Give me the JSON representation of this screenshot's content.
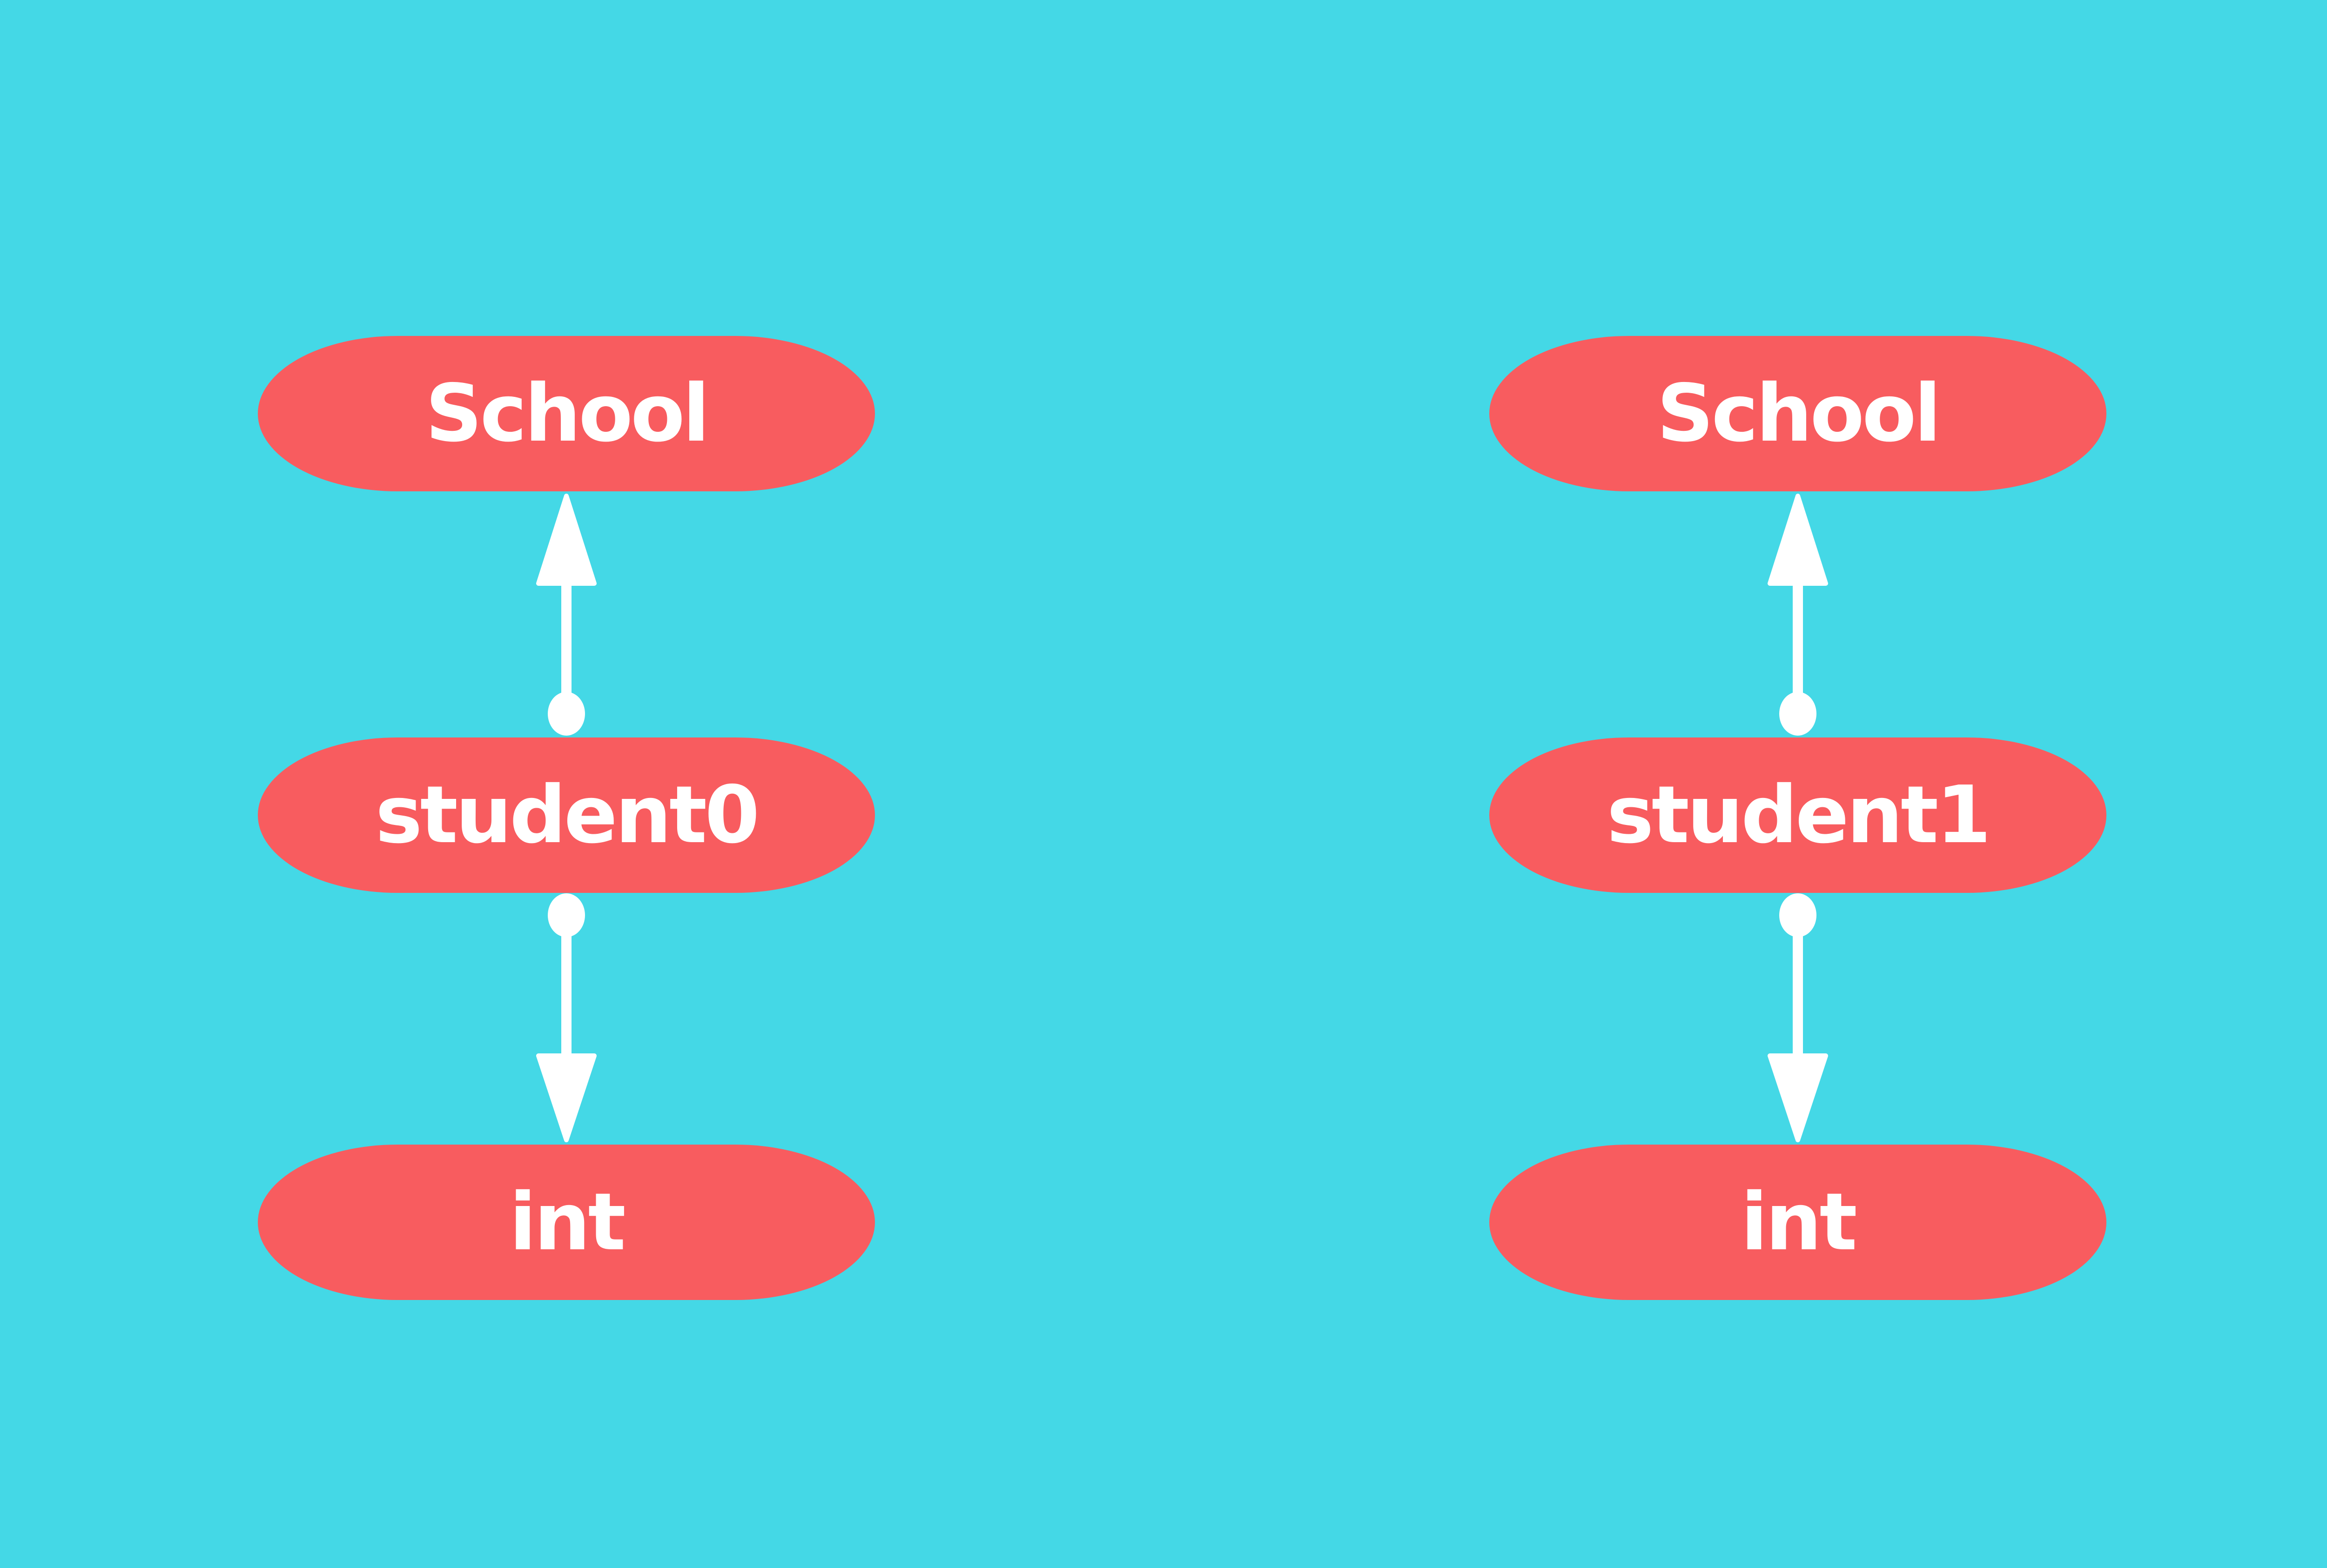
{
  "diagram": {
    "colors": {
      "background": "#44D8E6",
      "node": "#F85C5F",
      "node_text": "#FFFFFF",
      "connector": "#FFFFFF"
    },
    "columns": [
      {
        "id": "left",
        "nodes": [
          {
            "label": "School"
          },
          {
            "label": "student0"
          },
          {
            "label": "int"
          }
        ],
        "connectors": [
          {
            "from": "student0",
            "to": "School",
            "direction": "up"
          },
          {
            "from": "student0",
            "to": "int",
            "direction": "down"
          }
        ]
      },
      {
        "id": "right",
        "nodes": [
          {
            "label": "School"
          },
          {
            "label": "student1"
          },
          {
            "label": "int"
          }
        ],
        "connectors": [
          {
            "from": "student1",
            "to": "School",
            "direction": "up"
          },
          {
            "from": "student1",
            "to": "int",
            "direction": "down"
          }
        ]
      }
    ]
  }
}
